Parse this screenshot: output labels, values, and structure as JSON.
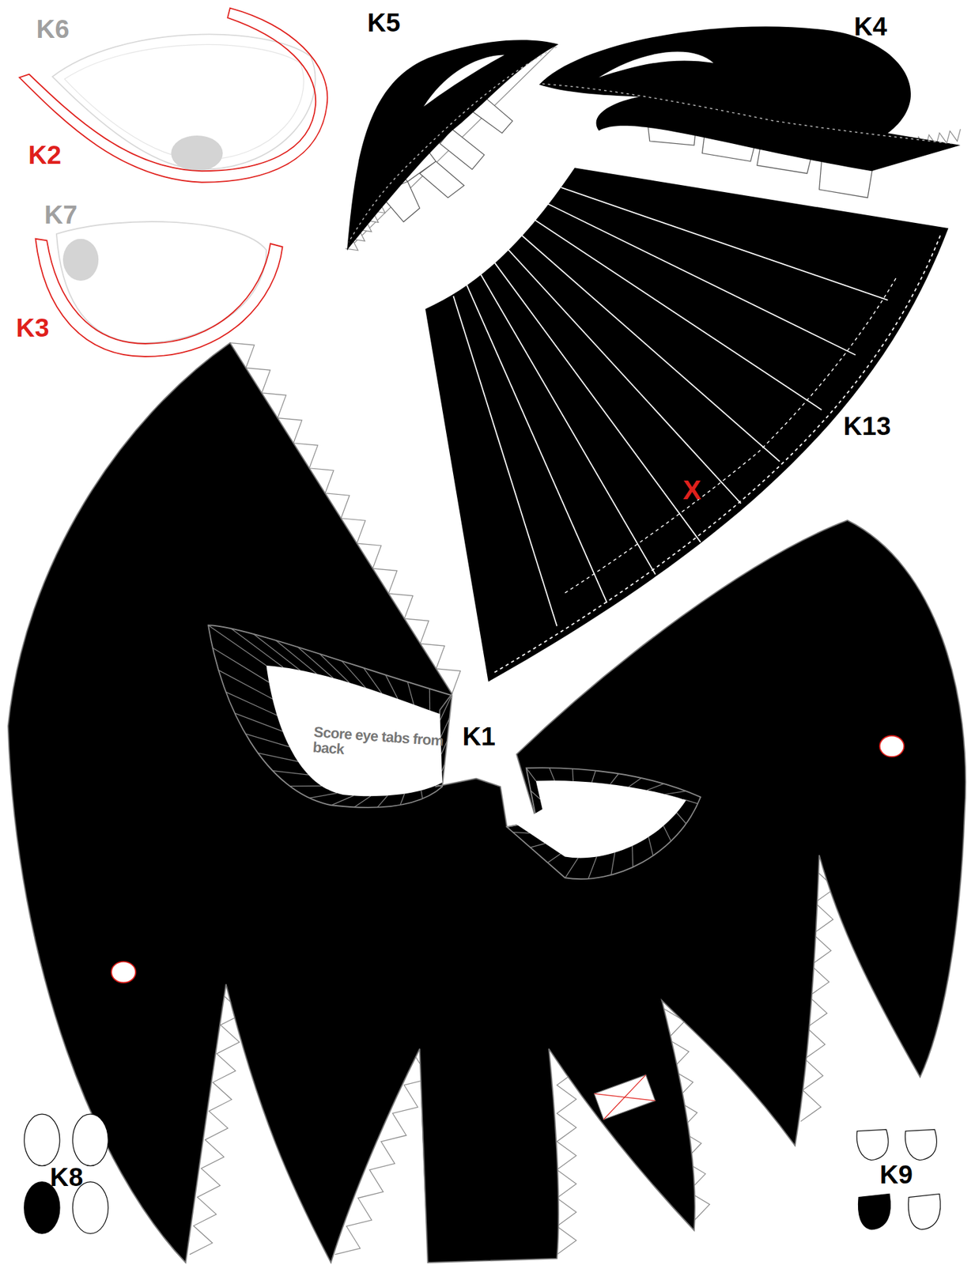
{
  "diagram": {
    "labels": [
      "K6",
      "K5",
      "K4",
      "K2",
      "K7",
      "K3",
      "K13",
      "X",
      "K1",
      "Score eye tabs from back",
      "K8",
      "K9"
    ]
  }
}
